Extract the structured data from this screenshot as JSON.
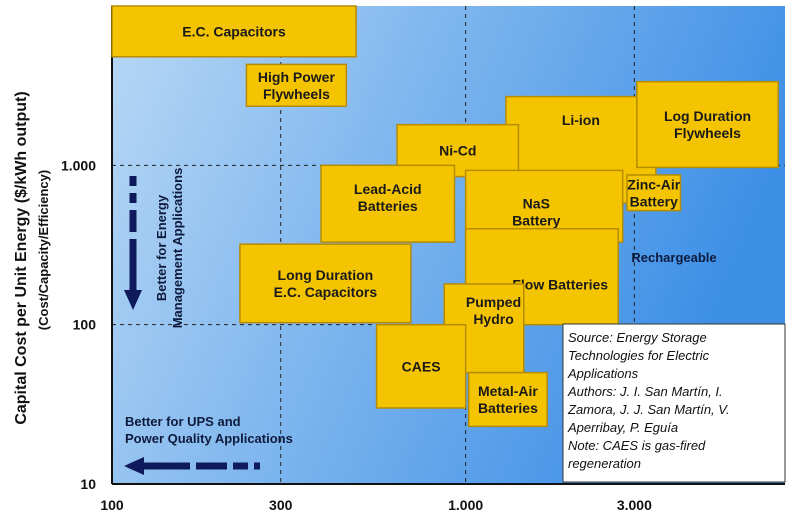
{
  "chart_data": {
    "type": "scatter",
    "xscale": "log",
    "yscale": "log",
    "xlim": [
      100,
      8000
    ],
    "ylim": [
      10,
      10000
    ],
    "x_ticks": [
      "100",
      "300",
      "1.000",
      "3.000"
    ],
    "y_ticks": [
      "10",
      "100",
      "1.000"
    ],
    "ylabel": "Capital Cost per Unit Energy ($/kWh output)",
    "ylabel_sub": "(Cost/Capacity/Efficiency)",
    "grid": "dashed",
    "colors": {
      "box_fill": "#f5c400",
      "box_edge": "#b58c00",
      "background_start": "#b8d8f5",
      "background_end": "#3d8fe6",
      "arrow": "#0e1a5c"
    },
    "technologies": [
      {
        "name": "E.C. Capacitors",
        "x_range": [
          100,
          490
        ],
        "y_range": [
          4800,
          10000
        ]
      },
      {
        "name": "High Power Flywheels",
        "x_range": [
          240,
          460
        ],
        "y_range": [
          2350,
          4300
        ]
      },
      {
        "name": "Li-ion",
        "x_range": [
          1300,
          3450
        ],
        "y_range": [
          580,
          2700
        ]
      },
      {
        "name": "Log Duration Flywheels",
        "x_range": [
          3050,
          7650
        ],
        "y_range": [
          970,
          3350
        ]
      },
      {
        "name": "Ni-Cd",
        "x_range": [
          640,
          1410
        ],
        "y_range": [
          850,
          1800
        ]
      },
      {
        "name": "Lead-Acid Batteries",
        "x_range": [
          390,
          930
        ],
        "y_range": [
          330,
          1000
        ]
      },
      {
        "name": "NaS Battery",
        "x_range": [
          1000,
          2780
        ],
        "y_range": [
          330,
          930
        ]
      },
      {
        "name": "Zinc-Air Battery",
        "x_range": [
          2860,
          4050
        ],
        "y_range": [
          520,
          870
        ]
      },
      {
        "name": "Flow Batteries",
        "x_range": [
          1000,
          2700
        ],
        "y_range": [
          100,
          400
        ]
      },
      {
        "name": "Long Duration E.C. Capacitors",
        "x_range": [
          230,
          700
        ],
        "y_range": [
          103,
          320
        ]
      },
      {
        "name": "Pumped Hydro",
        "x_range": [
          870,
          1460
        ],
        "y_range": [
          50,
          180
        ]
      },
      {
        "name": "CAES",
        "x_range": [
          560,
          1000
        ],
        "y_range": [
          30,
          100
        ]
      },
      {
        "name": "Metal-Air Batteries",
        "x_range": [
          1020,
          1700
        ],
        "y_range": [
          23,
          50
        ]
      }
    ],
    "annotations": [
      {
        "text": "Rechargeable"
      },
      {
        "lines": [
          "Better for Energy",
          "Management Applications"
        ]
      },
      {
        "lines": [
          "Better for UPS and",
          "Power Quality Applications"
        ]
      }
    ],
    "source_note": [
      "Source: Energy Storage",
      "Technologies for Electric",
      "Applications",
      "Authors: J. I. San Martín, I.",
      "Zamora, J. J. San Martín, V.",
      "Aperribay, P. Eguía",
      "Note: CAES is gas-fired",
      "regeneration"
    ]
  }
}
